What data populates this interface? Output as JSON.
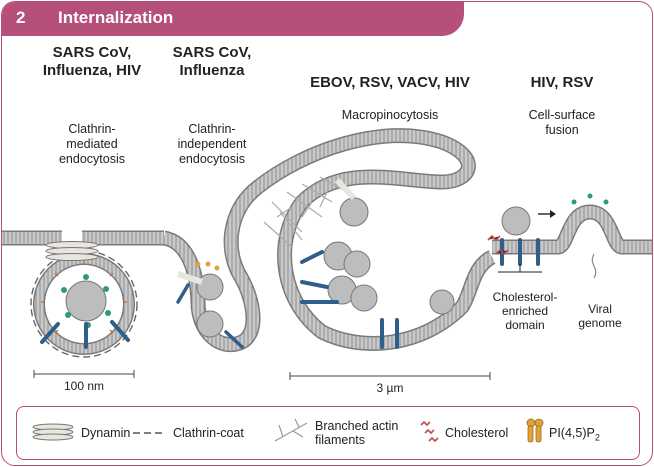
{
  "header": {
    "number": "2",
    "title": "Internalization"
  },
  "columns": [
    {
      "viruses": "SARS CoV,\nInfluenza, HIV",
      "mechanism": "Clathrin-\nmediated\nendocytosis"
    },
    {
      "viruses": "SARS CoV,\nInfluenza",
      "mechanism": "Clathrin-\nindependent\nendocytosis"
    },
    {
      "viruses": "EBOV, RSV, VACV, HIV",
      "mechanism": "Macropinocytosis"
    },
    {
      "viruses": "HIV, RSV",
      "mechanism": "Cell-surface\nfusion"
    }
  ],
  "scales": {
    "left": "100 nm",
    "middle": "3 µm"
  },
  "annotations": {
    "cholesterol_domain": "Cholesterol-\nenriched\ndomain",
    "viral_genome": "Viral\ngenome"
  },
  "legend": {
    "dynamin": "Dynamin",
    "clathrin": "Clathrin-coat",
    "actin": "Branched actin\nfilaments",
    "cholesterol": "Cholesterol",
    "pip2": "PI(4,5)P",
    "pip2_sub": "2"
  },
  "colors": {
    "accent": "#b4507a",
    "membrane": "#9a9a9a",
    "receptor": "#2e5f8a",
    "virus": "#bdbdbd",
    "spike": "#2f9a7a"
  }
}
